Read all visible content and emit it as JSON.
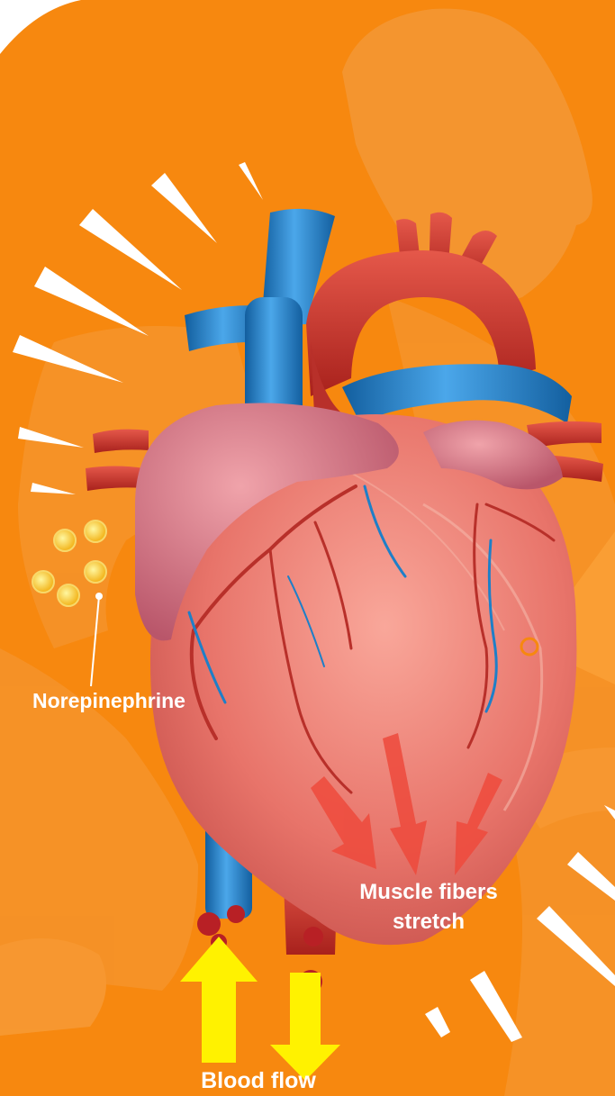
{
  "labels": {
    "norepinephrine": "Norepinephrine",
    "muscle_fibers_line1": "Muscle fibers",
    "muscle_fibers_line2": "stretch",
    "blood_flow": "Blood flow"
  },
  "colors": {
    "background": "#F7880F",
    "heart_muscle": "#E8746A",
    "artery": "#C8312A",
    "vein": "#1E7FC8",
    "atrium": "#D97C86",
    "flow_arrow": "#FFF200",
    "stretch_arrow": "#EE4A3C",
    "hormone_dot": "#FFE24A",
    "label_text": "#FFFFFF"
  },
  "icons": [
    "up-arrow-icon",
    "down-arrow-icon",
    "stretch-arrow-icon",
    "hormone-dot-icon",
    "burst-icon"
  ]
}
